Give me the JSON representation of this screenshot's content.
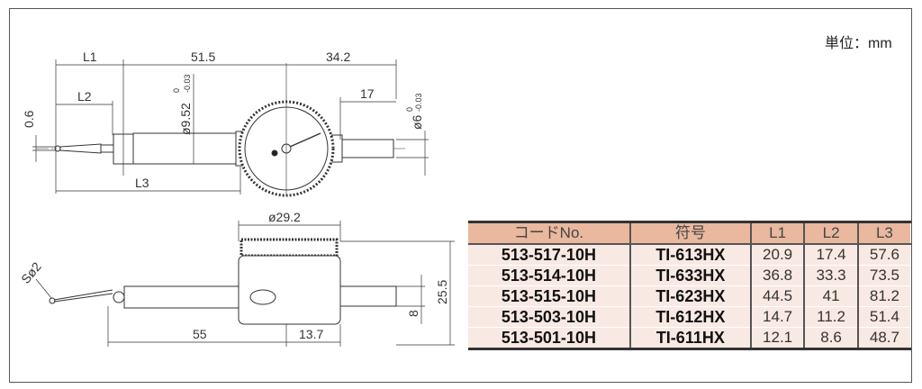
{
  "unit_label": "単位：mm",
  "top_view": {
    "l1": "L1",
    "l2": "L2",
    "l3": "L3",
    "d1": "51.5",
    "d2": "34.2",
    "d3": "17",
    "tip": "0.6",
    "stem_dia": "ø9.52",
    "stem_tol_upper": "0",
    "stem_tol_lower": "-0.03",
    "shank_dia": "ø6",
    "shank_tol_upper": "0",
    "shank_tol_lower": "-0.03"
  },
  "side_view": {
    "ball": "Sø2",
    "dial_dia": "ø29.2",
    "length": "55",
    "offset": "13.7",
    "height": "25.5",
    "shank": "8"
  },
  "table": {
    "headers": [
      "コードNo.",
      "符号",
      "L1",
      "L2",
      "L3"
    ],
    "rows": [
      [
        "513-517-10H",
        "TI-613HX",
        "20.9",
        "17.4",
        "57.6"
      ],
      [
        "513-514-10H",
        "TI-633HX",
        "36.8",
        "33.3",
        "73.5"
      ],
      [
        "513-515-10H",
        "TI-623HX",
        "44.5",
        "41",
        "81.2"
      ],
      [
        "513-503-10H",
        "TI-612HX",
        "14.7",
        "11.2",
        "51.4"
      ],
      [
        "513-501-10H",
        "TI-611HX",
        "12.1",
        "8.6",
        "48.7"
      ]
    ]
  }
}
